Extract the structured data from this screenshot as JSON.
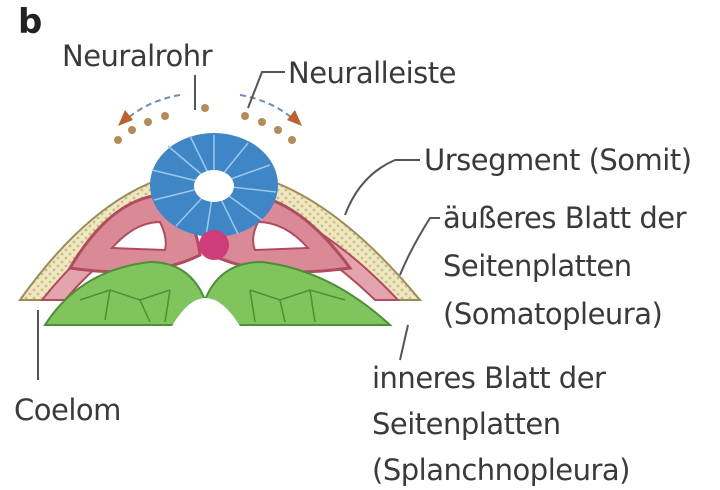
{
  "panel_label": "b",
  "labels": {
    "neuralrohr": "Neuralrohr",
    "neuralleiste": "Neuralleiste",
    "ursegment": "Ursegment (Somit)",
    "aeusseres_1": "äußeres Blatt der",
    "aeusseres_2": "Seitenplatten",
    "aeusseres_3": "(Somatopleura)",
    "inneres_1": "inneres Blatt der",
    "inneres_2": "Seitenplatten",
    "inneres_3": "(Splanchnopleura)",
    "coelom": "Coelom"
  },
  "colors": {
    "ectoderm": "#efe7bf",
    "neural_tube": "#3f86c7",
    "neural_tube_stripes": "#9cc7ea",
    "neural_crest": "#b58b58",
    "somite": "#d98a96",
    "somite_edge": "#b04c5e",
    "notochord": "#cf3c7a",
    "endoderm": "#7fc45d",
    "endoderm_edge": "#4d8f34",
    "arrow": "#c0612d",
    "leader": "#555555",
    "text": "#3a3a3a"
  }
}
